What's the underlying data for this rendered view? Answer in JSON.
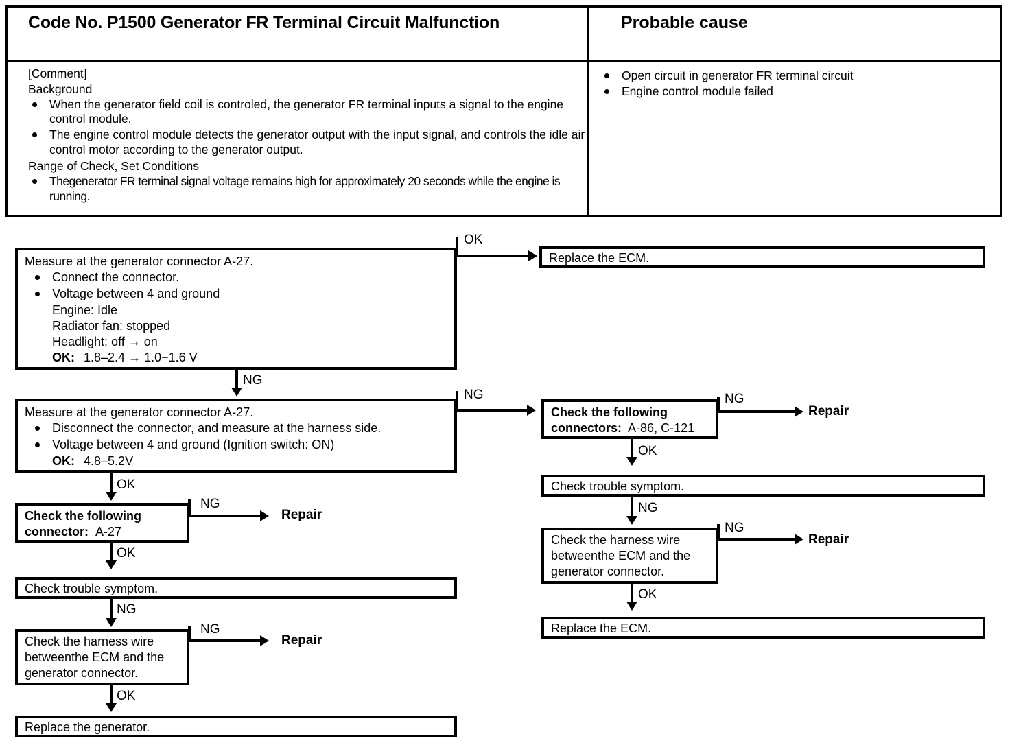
{
  "header": {
    "code_title": "Code No. P1500 Generator FR Terminal Circuit Malfunction",
    "probable_cause_title": "Probable cause",
    "comment_label": "[Comment]",
    "background_label": "Background",
    "background_items": [
      "When the generator field coil is controled, the generator FR terminal inputs a signal to the engine control module.",
      "The engine control module detects the generator output with the input signal, and controls the idle air control motor according to the generator output."
    ],
    "range_label": "Range of Check, Set Conditions",
    "range_items": [
      "Thegenerator FR terminal signal voltage remains high for approximately 20 seconds while the engine is running."
    ],
    "causes": [
      "Open circuit in generator FR terminal circuit",
      "Engine control module failed"
    ]
  },
  "flow": {
    "box1": {
      "title": "Measure at the generator connector A-27.",
      "bullets": [
        "Connect the connector.",
        "Voltage between 4 and ground"
      ],
      "sub": [
        "Engine: Idle",
        "Radiator fan: stopped",
        "Headlight: off → on"
      ],
      "ok_label": "OK:",
      "ok_value": "1.8–2.4 → 1.0−1.6 V"
    },
    "box2": {
      "title": "Measure at the generator connector A-27.",
      "bullets": [
        "Disconnect the connector, and measure at the harness side.",
        "Voltage between 4 and ground (Ignition switch: ON)"
      ],
      "ok_label": "OK:",
      "ok_value": "4.8–5.2V"
    },
    "box_replace_ecm_top": "Replace the ECM.",
    "box_conn_a27": {
      "line1": "Check   the   following",
      "line2_bold": "connector:",
      "line2_value": "A-27"
    },
    "box_trouble_left": "Check trouble symptom.",
    "box_harness_left": {
      "line1": "Check  the  harness  wire",
      "line2": "betweenthe ECM and the",
      "line3": "generator connector."
    },
    "box_replace_generator": "Replace the generator.",
    "box_conn_a86": {
      "line1": "Check   the   following",
      "line2_bold": "connectors:",
      "line2_value": "A-86, C-121"
    },
    "box_trouble_right": "Check trouble symptom.",
    "box_harness_right": {
      "line1": "Check  the  harness  wire",
      "line2": "betweenthe ECM and the",
      "line3": "generator connector."
    },
    "box_replace_ecm_bottom": "Replace the ECM.",
    "labels": {
      "ok": "OK",
      "ng": "NG",
      "repair": "Repair"
    }
  }
}
